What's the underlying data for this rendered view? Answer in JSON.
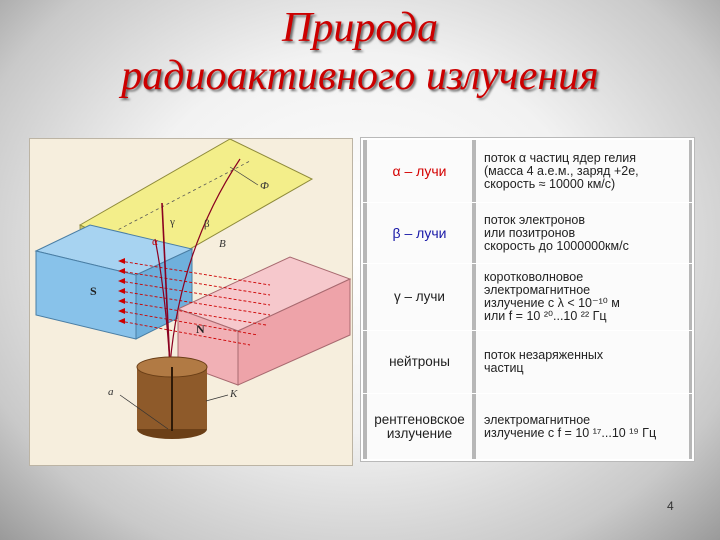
{
  "slide": {
    "title_line1": "Природа",
    "title_line2": "радиоактивного излучения",
    "page_number": "4"
  },
  "figure": {
    "labels": {
      "phi": "Ф",
      "gamma": "γ",
      "beta": "β",
      "alpha": "α",
      "b_field": "B",
      "south": "S",
      "north": "N",
      "a_label": "a",
      "k_label": "K"
    },
    "colors": {
      "plate": "#f3ee8a",
      "magnet_s": "#88c2ea",
      "magnet_n": "#f1b0b5",
      "container": "#8e5a2a",
      "field_lines": "#cc0000"
    }
  },
  "table": {
    "rows": [
      {
        "type": "α – лучи",
        "desc": "поток α частиц ядер гелия\n(масса 4 а.е.м., заряд +2е,\nскорость ≈ 10000 км/с)",
        "color": "red"
      },
      {
        "type": "β – лучи",
        "desc": "поток электронов\nили позитронов\nскорость до 1000000км/с",
        "color": "blue"
      },
      {
        "type": "γ – лучи",
        "desc": "коротковолновое\nэлектромагнитное\nизлучение с λ < 10⁻¹⁰ м\nили  f = 10 ²⁰...10 ²² Гц",
        "color": "dark"
      },
      {
        "type": "нейтроны",
        "desc": "поток незаряженных\nчастиц",
        "color": "dark"
      },
      {
        "type": "рентгеновское\nизлучение",
        "desc": "электромагнитное\nизлучение с f = 10 ¹⁷...10 ¹⁹ Гц",
        "color": "dark"
      }
    ]
  }
}
